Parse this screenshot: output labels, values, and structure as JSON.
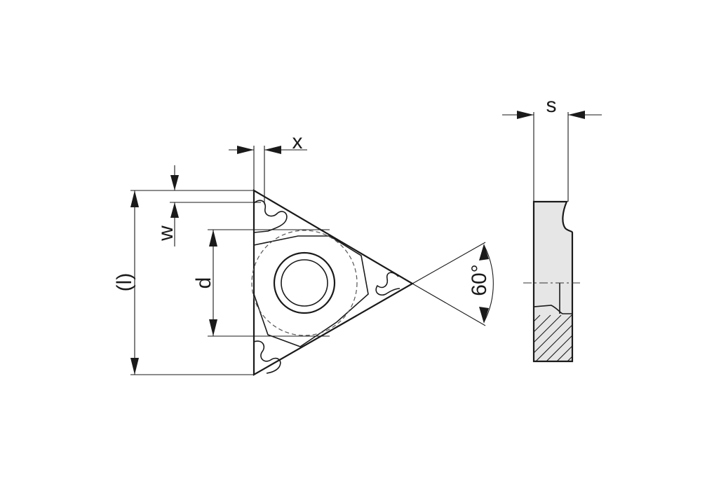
{
  "labels": {
    "x": "x",
    "w": "w",
    "l": "(l)",
    "d": "d",
    "angle": "60°",
    "s": "s"
  },
  "colors": {
    "line": "#1a1a1a",
    "section_fill": "#e6e6e6",
    "background": "#ffffff"
  }
}
